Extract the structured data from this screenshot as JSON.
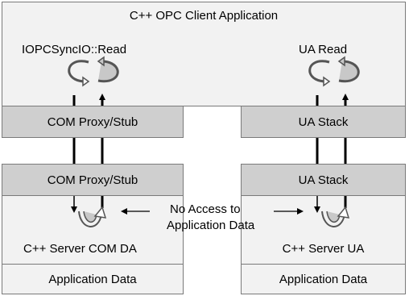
{
  "client": {
    "title": "C++ OPC Client Application",
    "left_call": "IOPCSyncIO::Read",
    "right_call": "UA Read",
    "left_layer": "COM Proxy/Stub",
    "right_layer": "UA Stack"
  },
  "servers": {
    "left": {
      "layer": "COM Proxy/Stub",
      "name": "C++ Server COM DA",
      "data": "Application Data"
    },
    "right": {
      "layer": "UA Stack",
      "name": "C++ Server UA",
      "data": "Application Data"
    }
  },
  "note": {
    "line1": "No Access to",
    "line2": "Application Data"
  }
}
